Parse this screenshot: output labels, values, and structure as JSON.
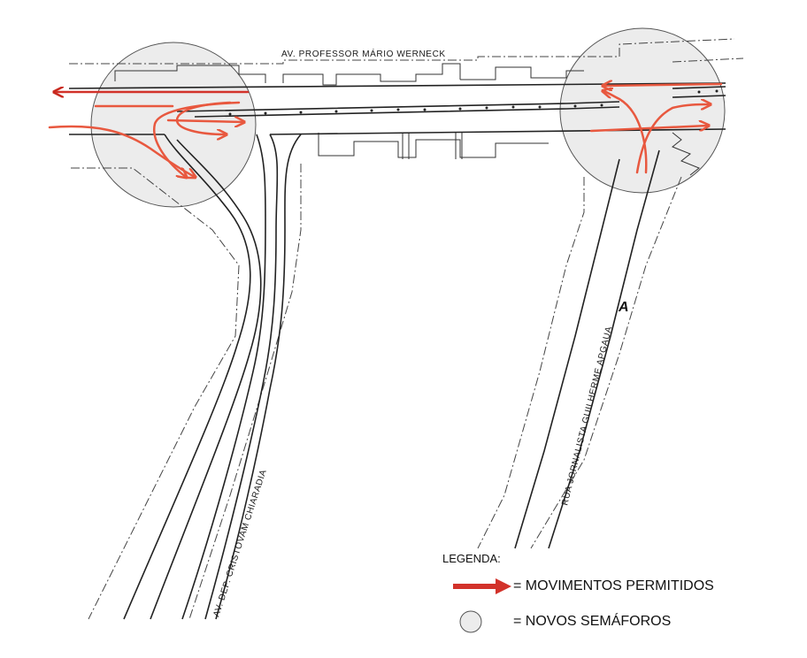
{
  "streets": {
    "top": "AV. PROFESSOR MÁRIO WERNECK",
    "left": "AV. DEP. CRISTOVAM CHIARADIA",
    "right": "RUA JORNALISTA GUILHERME APGAUA"
  },
  "north_marker": "A",
  "legend": {
    "title": "LEGENDA:",
    "arrow_text": "= MOVIMENTOS PERMITIDOS",
    "circle_text": "= NOVOS SEMÁFOROS"
  },
  "colors": {
    "movement_arrow": "#e8583f",
    "legend_arrow": "#d2322a",
    "signal_zone": "#e8e8e8",
    "linework": "#222222"
  }
}
